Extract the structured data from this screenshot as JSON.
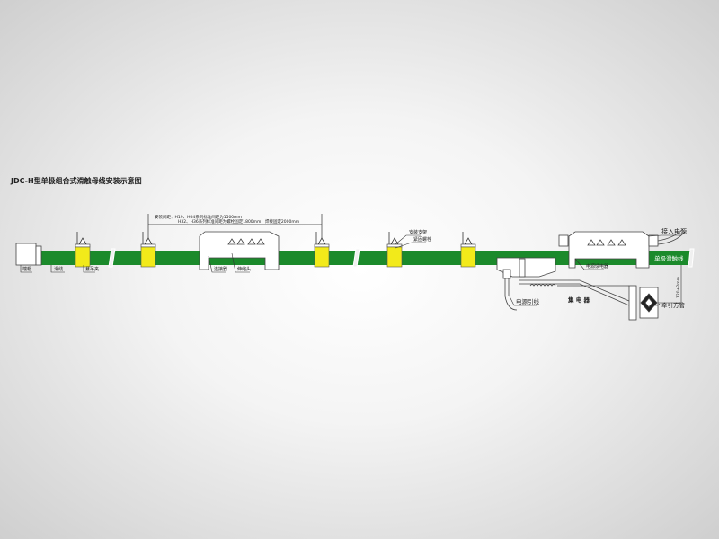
{
  "title": "JDC-H型单极组合式滑触母线安装示意图",
  "spacing_note": {
    "line1": "安装间距：H19、H04系列标准间距为1500mm",
    "line2": "H32、H36系列标准间距为螺栓固定1800mm，焊接固定2000mm"
  },
  "labels": {
    "end_cap": "端帽",
    "rail": "滑线",
    "hanger": "悬吊夹",
    "connector": "连接器",
    "joint": "伸缩头",
    "bracket": "安装支架",
    "bolt": "紧固螺栓",
    "power_in": "接入电源",
    "busbar": "单极滑触线",
    "feeder": "电源馈电器",
    "lead": "电源引线",
    "collector": "集 电 器",
    "tow_tube": "牵引方管",
    "dimension": "120±2mm"
  },
  "colors": {
    "rail": "#1b8a2b",
    "hanger": "#f2ea1a"
  }
}
